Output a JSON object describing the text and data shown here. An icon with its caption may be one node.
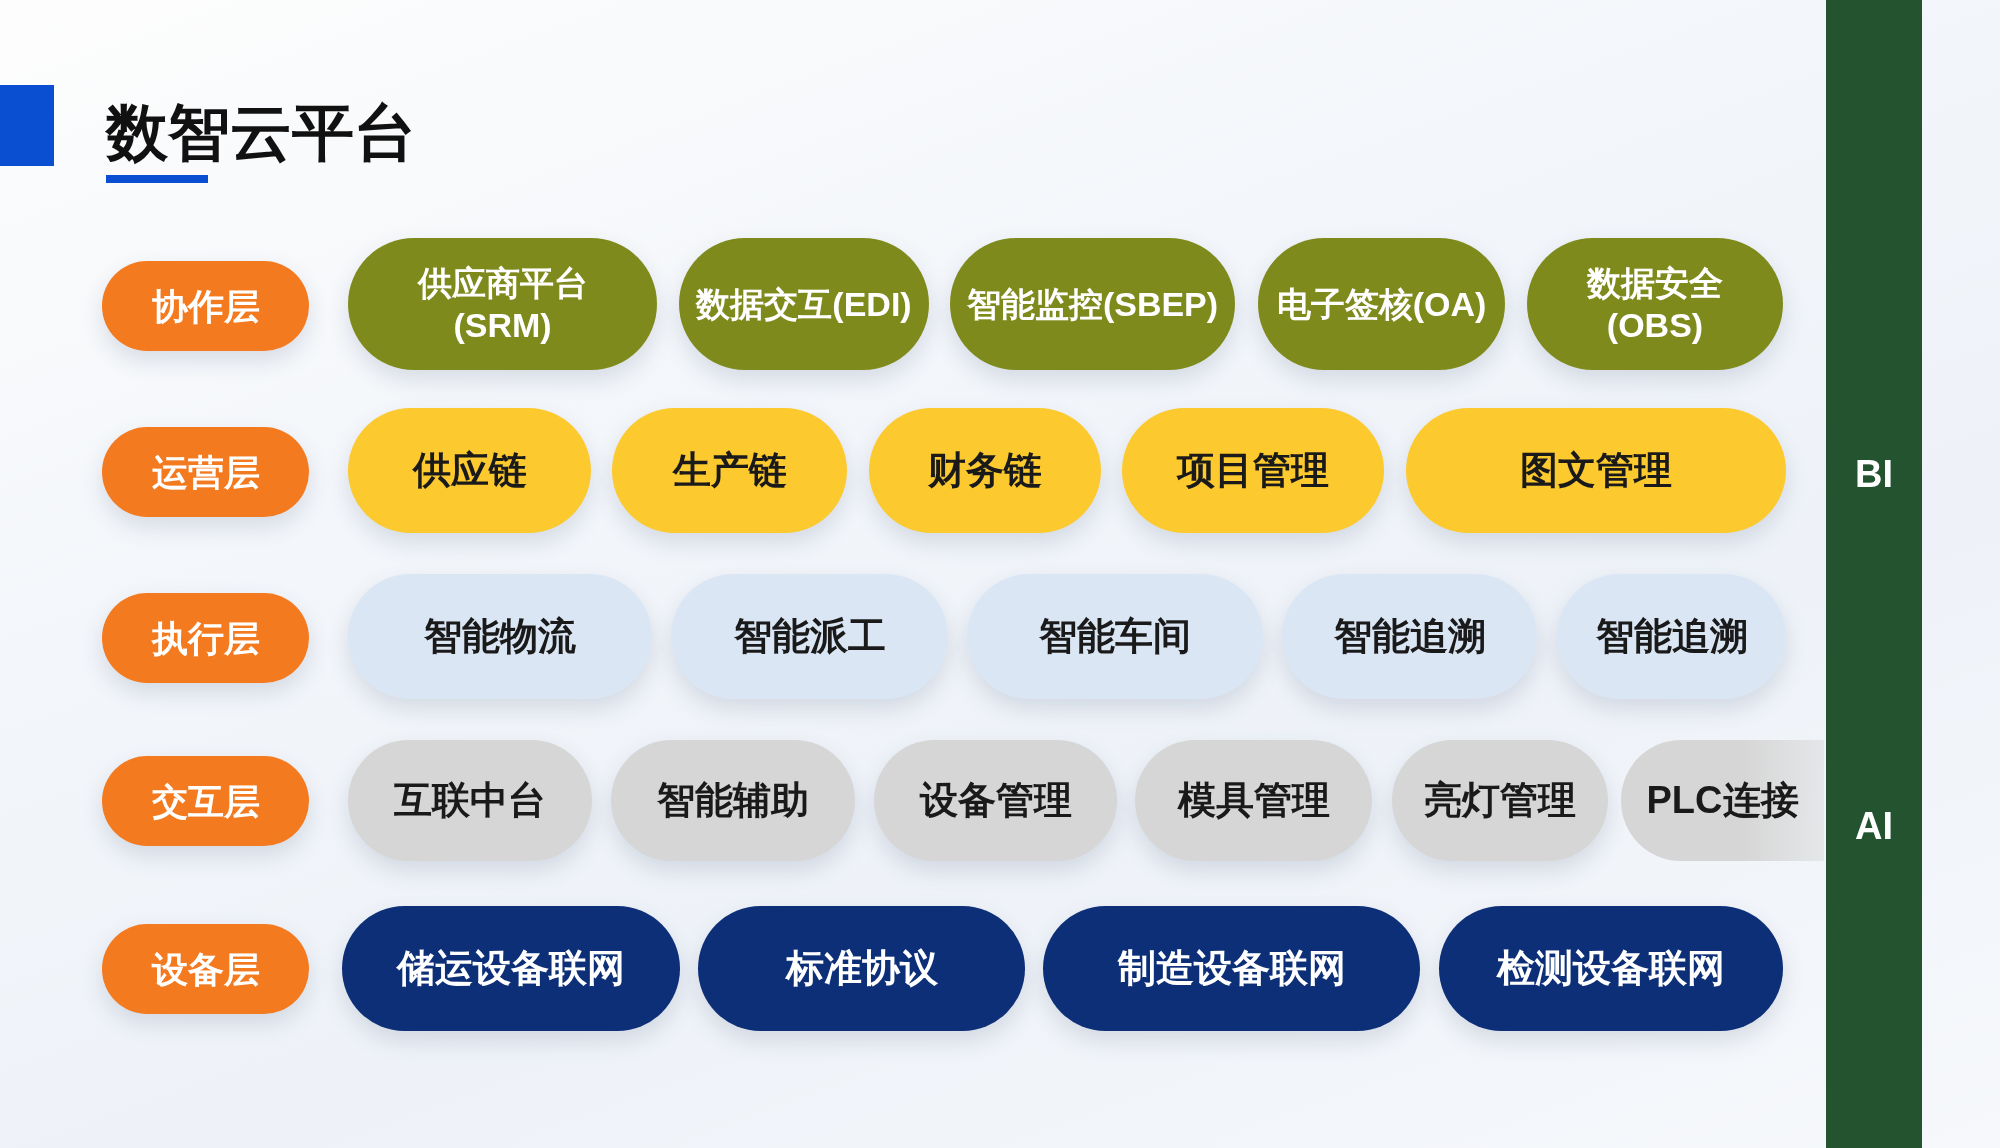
{
  "diagram": {
    "title": "数智云平台",
    "nodes": [
      {
        "text": [
          "协作层"
        ]
      },
      {
        "text": [
          "供应商平台(SRM)"
        ]
      },
      {
        "text": [
          "数据交互(EDI)"
        ]
      },
      {
        "text": [
          "智能监控(SBEP)"
        ]
      },
      {
        "text": [
          "电子签核(OA)"
        ]
      },
      {
        "text": [
          "数据安全(OBS)"
        ]
      },
      {
        "text": [
          "运营层"
        ]
      },
      {
        "text": [
          "供应链"
        ]
      },
      {
        "text": [
          "生产链"
        ]
      },
      {
        "text": [
          "财务链"
        ]
      },
      {
        "text": [
          "项目管理"
        ]
      },
      {
        "text": [
          "图文管理"
        ]
      },
      {
        "text": [
          "执行层"
        ]
      },
      {
        "text": [
          "智能物流"
        ]
      },
      {
        "text": [
          "智能派工"
        ]
      },
      {
        "text": [
          "智能车间"
        ]
      },
      {
        "text": [
          "智能追溯"
        ]
      },
      {
        "text": [
          "智能追溯"
        ]
      },
      {
        "text": [
          "交互层"
        ]
      },
      {
        "text": [
          "互联中台"
        ]
      },
      {
        "text": [
          "智能辅助"
        ]
      },
      {
        "text": [
          "设备管理"
        ]
      },
      {
        "text": [
          "模具管理"
        ]
      },
      {
        "text": [
          "亮灯管理"
        ]
      },
      {
        "text": [
          "PLC连接"
        ]
      },
      {
        "text": [
          "设备层"
        ]
      },
      {
        "text": [
          "储运设备联网"
        ]
      },
      {
        "text": [
          "标准协议"
        ]
      },
      {
        "text": [
          "制造设备联网"
        ]
      },
      {
        "text": [
          "检测设备联网"
        ]
      },
      {
        "text": [
          "BI",
          "AI"
        ]
      }
    ]
  }
}
